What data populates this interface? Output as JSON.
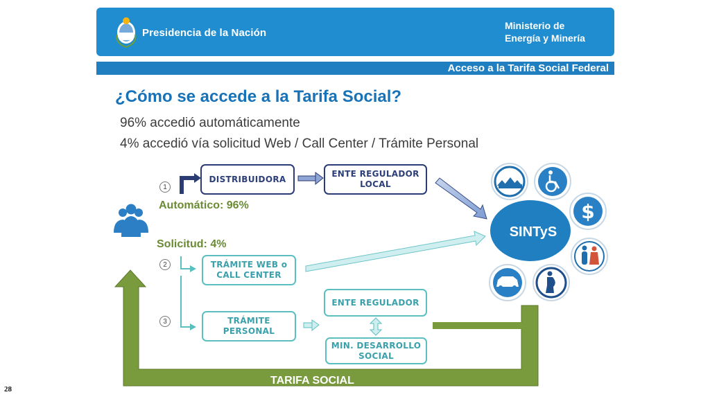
{
  "header": {
    "brand": "Presidencia de la Nación",
    "ministry_line1": "Ministerio de",
    "ministry_line2": "Energía y Minería",
    "subtitle": "Acceso a la Tarifa Social Federal"
  },
  "title": "¿Cómo se accede a la Tarifa Social?",
  "lines": [
    "96% accedió automáticamente",
    "4% accedió vía solicitud Web / Call Center / Trámite Personal"
  ],
  "labels": {
    "automatico": "Automático: 96%",
    "solicitud": "Solicitud: 4%",
    "tarifa_social": "TARIFA SOCIAL",
    "sintys": "SINTyS"
  },
  "steps": [
    "1",
    "2",
    "3"
  ],
  "boxes": {
    "distribuidora": "DISTRIBUIDORA",
    "ente_local_1": "ENTE REGULADOR",
    "ente_local_2": "LOCAL",
    "tramite_web_1": "TRÁMITE WEB o",
    "tramite_web_2": "CALL CENTER",
    "tramite_personal_1": "TRÁMITE",
    "tramite_personal_2": "PERSONAL",
    "ente_regulador": "ENTE REGULADOR",
    "min_desarrollo_1": "MIN. DESARROLLO",
    "min_desarrollo_2": "SOCIAL"
  },
  "icons": [
    "users-icon",
    "houses-icon",
    "wheelchair-icon",
    "dollar-icon",
    "elderly-couple-icon",
    "car-icon",
    "pregnant-woman-icon"
  ],
  "colors": {
    "header_blue": "#1f8dd0",
    "title_blue": "#1872b7",
    "navy": "#2b3b73",
    "teal": "#5bbfc1",
    "olive_green": "#7a9a3e",
    "sintys_blue": "#1f7fc1"
  },
  "page_number": "28"
}
